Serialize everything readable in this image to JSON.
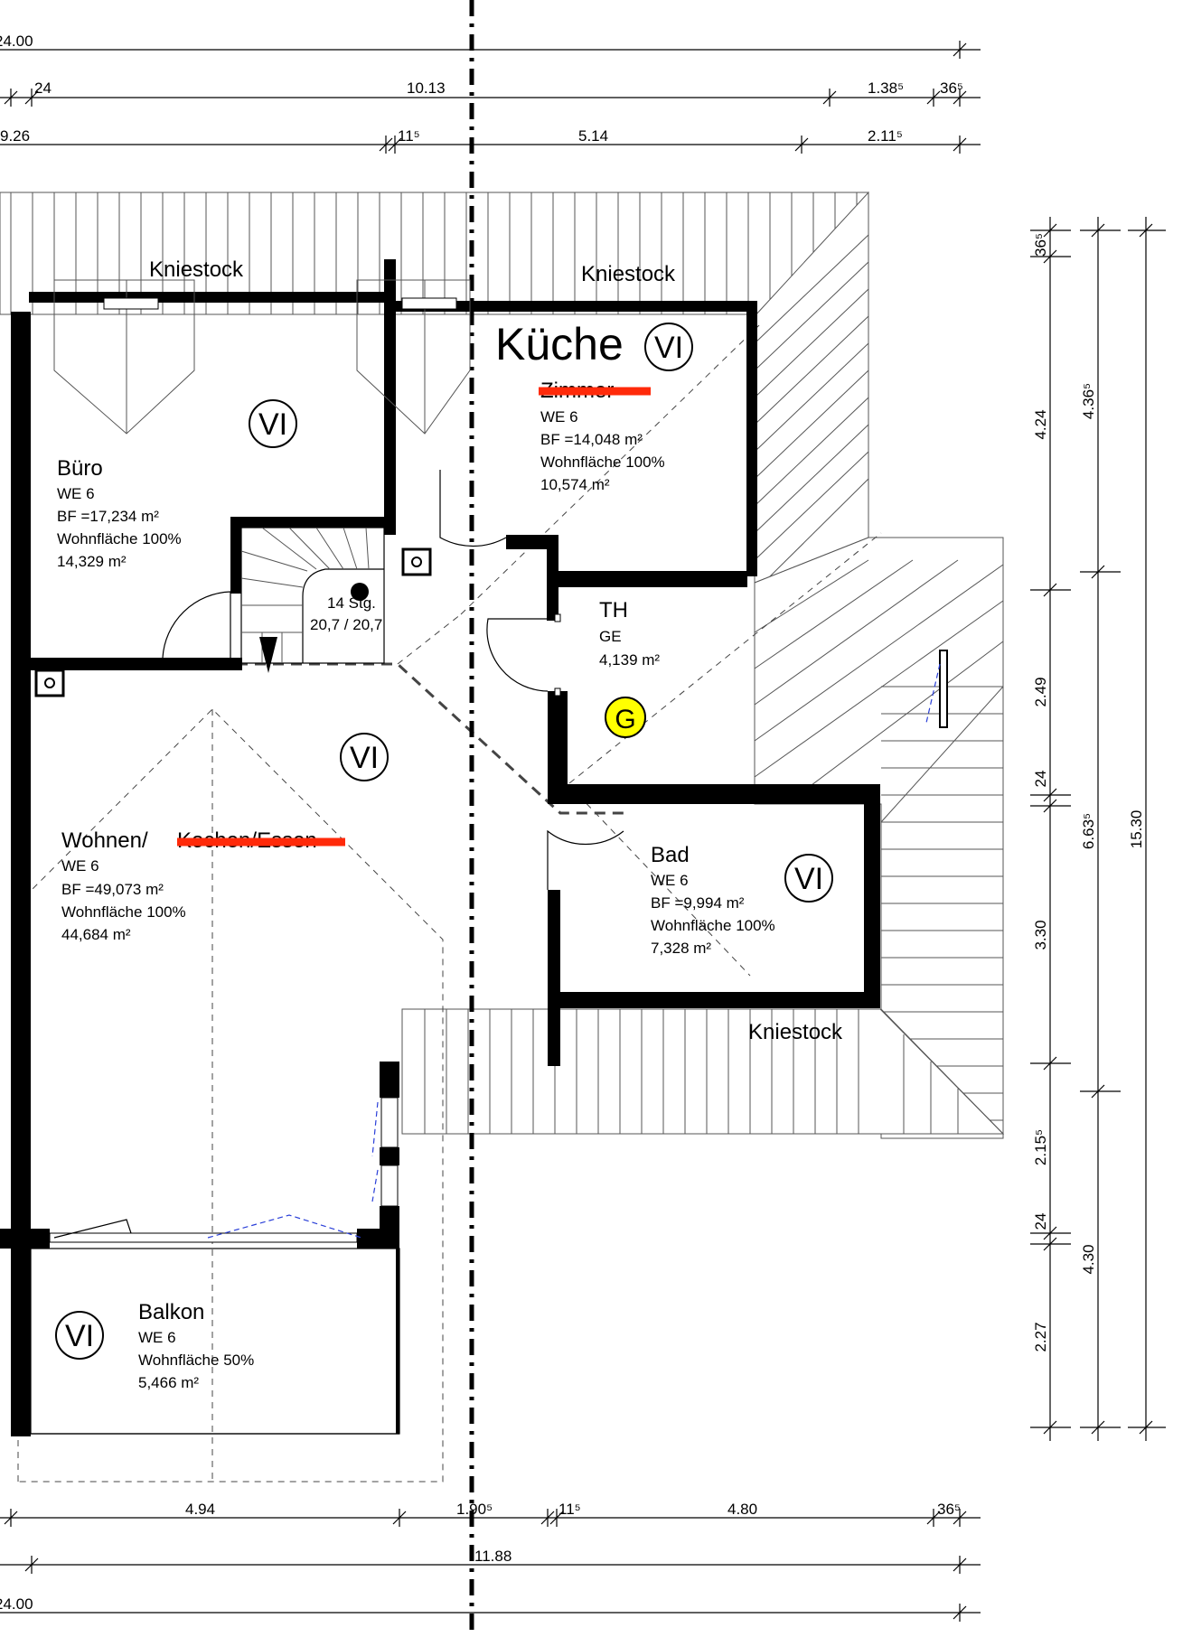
{
  "dimensions": {
    "top": {
      "row1": [
        "24.00"
      ],
      "row2": [
        "24",
        "10.13",
        "1.38⁵",
        "36⁵"
      ],
      "row3": [
        "9.26",
        "11⁵",
        "5.14",
        "2.11⁵"
      ]
    },
    "bottom": {
      "row1": [
        "4.94",
        "1.90⁵",
        "11⁵",
        "4.80",
        "36⁵"
      ],
      "row2": [
        "11.88"
      ],
      "row3": [
        "24.00"
      ]
    },
    "right": {
      "col1": [
        "36⁵",
        "4.24",
        "2.49",
        "24",
        "3.30",
        "2.15⁵",
        "24",
        "2.27"
      ],
      "col2": [
        "4.36⁵",
        "6.63⁵",
        "4.30"
      ],
      "col3": [
        "15.30"
      ]
    }
  },
  "labels": {
    "kniestock": "Kniestock",
    "stairs_steps": "14 Stg.",
    "stairs_ratio": "20,7 / 20,7",
    "category_mark": "VI",
    "gas_mark": "G"
  },
  "rooms": {
    "buero": {
      "name": "Büro",
      "unit": "WE 6",
      "bf": "BF =17,234 m²",
      "wohnflaeche": "Wohnfläche  100%",
      "area": "14,329 m²"
    },
    "kueche": {
      "name_new": "Küche",
      "name_struck": "Zimmer",
      "unit": "WE 6",
      "bf": "BF =14,048 m²",
      "wohnflaeche": "Wohnfläche  100%",
      "area": "10,574 m²"
    },
    "th": {
      "name": "TH",
      "unit": "GE",
      "area": "4,139 m²"
    },
    "wohnen": {
      "name_kept": "Wohnen/",
      "name_struck": "Kochen/Essen",
      "unit": "WE 6",
      "bf": "BF =49,073 m²",
      "wohnflaeche": "Wohnfläche  100%",
      "area": "44,684 m²"
    },
    "bad": {
      "name": "Bad",
      "unit": "WE 6",
      "bf": "BF =9,994 m²",
      "wohnflaeche": "Wohnfläche  100%",
      "area": "7,328 m²"
    },
    "balkon": {
      "name": "Balkon",
      "unit": "WE 6",
      "wohnflaeche": "Wohnfläche  50%",
      "area": "5,466 m²"
    }
  },
  "colors": {
    "markup_red": "#ff2a0a",
    "gas_yellow": "#ffff00",
    "window_blue": "#2a3fd8"
  }
}
